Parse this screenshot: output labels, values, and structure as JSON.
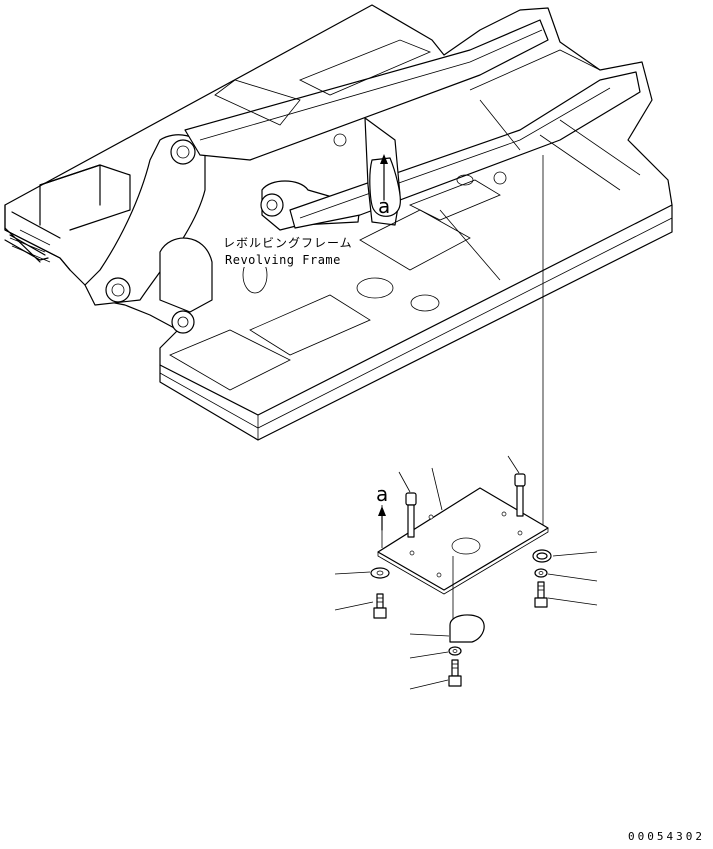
{
  "labels": {
    "frame_jp": "レボルビングフレーム",
    "frame_en": "Revolving Frame",
    "ref_upper": "a",
    "ref_lower": "a",
    "drawing_code": "00054302"
  }
}
